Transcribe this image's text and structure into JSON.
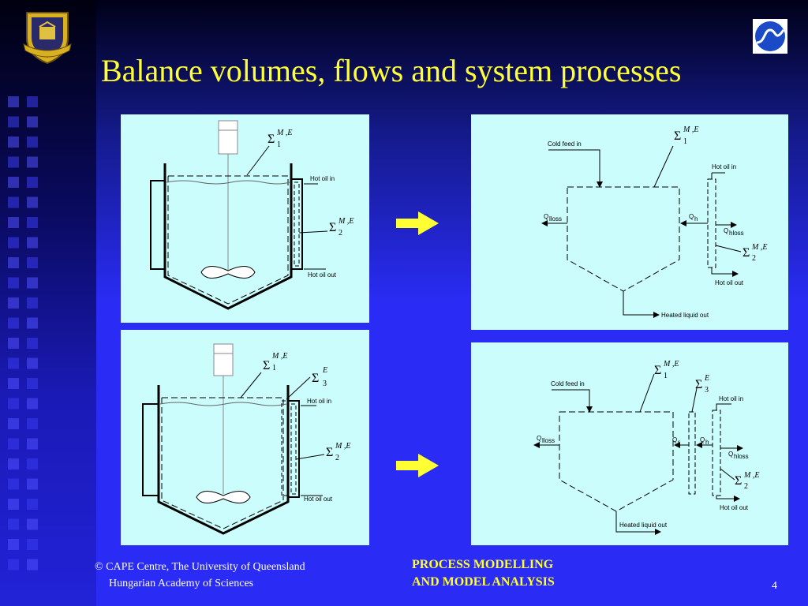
{
  "slide": {
    "title": "Balance volumes, flows and system processes",
    "footer_left_line1": "© CAPE Centre, The University of Queensland",
    "footer_left_line2": "Hungarian Academy of Sciences",
    "footer_center_line1": "PROCESS MODELLING",
    "footer_center_line2": "AND MODEL ANALYSIS",
    "page_number": "4"
  },
  "colors": {
    "background": "#2a2cf5",
    "title": "#ffff33",
    "panel": "#ccfdfd",
    "arrow": "#ffff33"
  },
  "icons": {
    "left_logo": "university-crest-icon",
    "right_logo": "s-curve-logo-icon",
    "arrows": "right-arrow-icon"
  },
  "labels": {
    "hot_oil_in": "Hot oil in",
    "hot_oil_out": "Hot oil out",
    "cold_feed_in": "Cold feed in",
    "heated_liquid_out": "Heated liquid out",
    "sigma": "Σ",
    "sup_me": "M ,E",
    "sup_e": "E",
    "sub_1": "1",
    "sub_2": "2",
    "sub_3": "3",
    "q": "Q",
    "sub_lloss": "lloss",
    "sub_hloss": "hloss",
    "sub_h": "h",
    "sub_r": "r"
  }
}
